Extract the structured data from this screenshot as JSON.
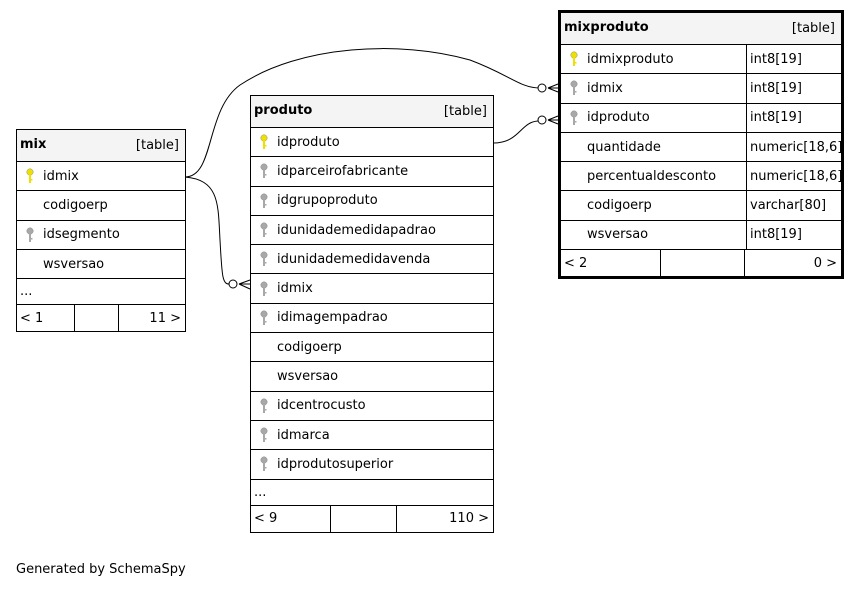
{
  "tables": {
    "mix": {
      "name": "mix",
      "type": "[table]",
      "columns": [
        {
          "name": "idmix",
          "key": "primary"
        },
        {
          "name": "codigoerp",
          "key": "none"
        },
        {
          "name": "idsegmento",
          "key": "foreign"
        },
        {
          "name": "wsversao",
          "key": "none"
        }
      ],
      "more": "...",
      "footer": {
        "left": "< 1",
        "right": "11 >"
      }
    },
    "produto": {
      "name": "produto",
      "type": "[table]",
      "columns": [
        {
          "name": "idproduto",
          "key": "primary"
        },
        {
          "name": "idparceirofabricante",
          "key": "foreign"
        },
        {
          "name": "idgrupoproduto",
          "key": "foreign"
        },
        {
          "name": "idunidademedidapadrao",
          "key": "foreign"
        },
        {
          "name": "idunidademedidavenda",
          "key": "foreign"
        },
        {
          "name": "idmix",
          "key": "foreign"
        },
        {
          "name": "idimagempadrao",
          "key": "foreign"
        },
        {
          "name": "codigoerp",
          "key": "none"
        },
        {
          "name": "wsversao",
          "key": "none"
        },
        {
          "name": "idcentrocusto",
          "key": "foreign"
        },
        {
          "name": "idmarca",
          "key": "foreign"
        },
        {
          "name": "idprodutosuperior",
          "key": "foreign"
        }
      ],
      "more": "...",
      "footer": {
        "left": "< 9",
        "right": "110 >"
      }
    },
    "mixproduto": {
      "name": "mixproduto",
      "type": "[table]",
      "columns": [
        {
          "name": "idmixproduto",
          "type": "int8[19]",
          "key": "primary"
        },
        {
          "name": "idmix",
          "type": "int8[19]",
          "key": "foreign"
        },
        {
          "name": "idproduto",
          "type": "int8[19]",
          "key": "foreign"
        },
        {
          "name": "quantidade",
          "type": "numeric[18,6]",
          "key": "none"
        },
        {
          "name": "percentualdesconto",
          "type": "numeric[18,6]",
          "key": "none"
        },
        {
          "name": "codigoerp",
          "type": "varchar[80]",
          "key": "none"
        },
        {
          "name": "wsversao",
          "type": "int8[19]",
          "key": "none"
        }
      ],
      "footer": {
        "left": "< 2",
        "right": "0 >"
      }
    }
  },
  "credit": "Generated by SchemaSpy",
  "colors": {
    "primary_key": "#f0e000",
    "foreign_key": "#a8a8a8",
    "header_bg": "#f4f4f4"
  }
}
